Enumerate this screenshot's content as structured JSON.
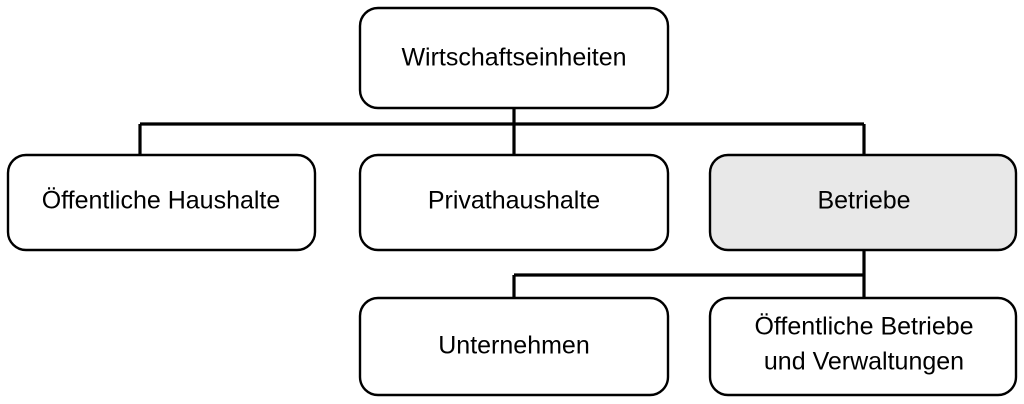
{
  "diagram": {
    "type": "hierarchy-tree",
    "title_node": "Wirtschaftseinheiten",
    "nodes": [
      {
        "id": "wirtschaftseinheiten",
        "label": "Wirtschaftseinheiten",
        "level": 0,
        "highlighted": false,
        "fill": "#ffffff"
      },
      {
        "id": "oeffentliche-haushalte",
        "label": "Öffentliche Haushalte",
        "level": 1,
        "highlighted": false,
        "fill": "#ffffff"
      },
      {
        "id": "privathaushalte",
        "label": "Privathaushalte",
        "level": 1,
        "highlighted": false,
        "fill": "#ffffff"
      },
      {
        "id": "betriebe",
        "label": "Betriebe",
        "level": 1,
        "highlighted": true,
        "fill": "#e8e8e8"
      },
      {
        "id": "unternehmen",
        "label": "Unternehmen",
        "level": 2,
        "highlighted": false,
        "fill": "#ffffff"
      },
      {
        "id": "oeffentliche-betriebe",
        "label": "Öffentliche Betriebe und Verwaltungen",
        "label_line1": "Öffentliche Betriebe",
        "label_line2": "und Verwaltungen",
        "level": 2,
        "highlighted": false,
        "fill": "#ffffff"
      }
    ],
    "edges": [
      {
        "from": "wirtschaftseinheiten",
        "to": "oeffentliche-haushalte"
      },
      {
        "from": "wirtschaftseinheiten",
        "to": "privathaushalte"
      },
      {
        "from": "wirtschaftseinheiten",
        "to": "betriebe"
      },
      {
        "from": "betriebe",
        "to": "unternehmen"
      },
      {
        "from": "betriebe",
        "to": "oeffentliche-betriebe"
      }
    ],
    "colors": {
      "stroke": "#000000",
      "background": "#ffffff",
      "node_fill": "#ffffff",
      "highlight_fill": "#e8e8e8",
      "text": "#000000"
    }
  }
}
